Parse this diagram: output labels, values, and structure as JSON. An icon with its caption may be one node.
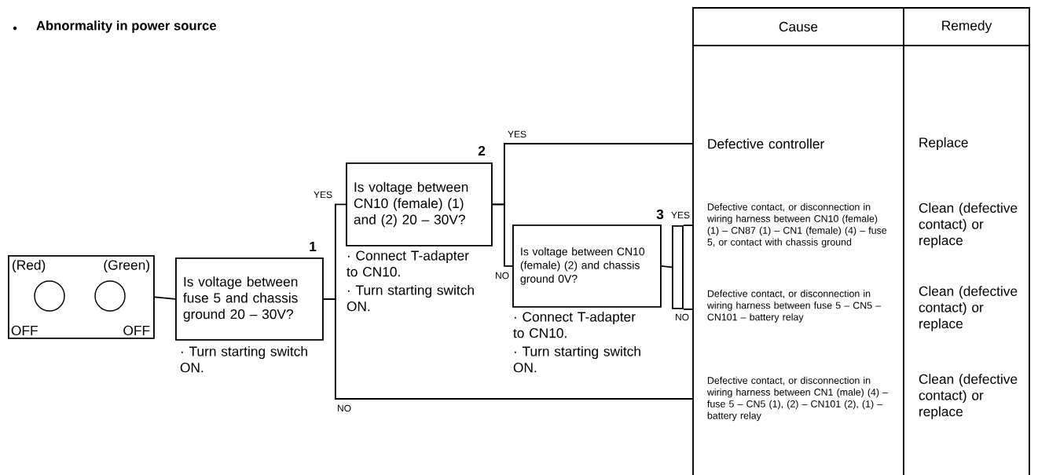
{
  "diagram": {
    "title": "Abnormality in power source",
    "nodes": [
      {
        "text": [
          "(Red)",
          "(Green)",
          "OFF",
          "OFF"
        ]
      },
      {
        "text": [
          "Is voltage between fuse 5 and chassis ground 20 – 30V?"
        ],
        "beside": [
          "1",
          "· Turn starting switch ON."
        ]
      },
      {
        "text": [
          "Is voltage between CN10 (female) (1) and (2) 20 – 30V?"
        ],
        "beside": [
          "2",
          "· Connect T-adapter to CN10.",
          "· Turn starting switch ON."
        ]
      },
      {
        "text": [
          "Is voltage between CN10 (female) (2) and chassis ground 0V?"
        ],
        "beside": [
          "3",
          "· Connect T-adapter to CN10.",
          "· Turn starting switch ON."
        ]
      },
      {
        "text": [],
        "shape": "box"
      },
      {
        "text": [
          "Defective controller"
        ]
      },
      {
        "text": [
          "Defective contact, or disconnection in wiring harness between CN10 (female) (1) – CN87 (1) – CN1 (female) (4) – fuse 5, or contact with chassis ground"
        ]
      },
      {
        "text": [
          "Defective contact, or disconnection in wiring harness between fuse 5 – CN5 – CN101 – battery relay"
        ]
      },
      {
        "text": [
          "Defective contact, or disconnection in wiring harness between CN1 (male) (4) – fuse 5 – CN5 (1), (2) – CN101 (2), (1) – battery relay"
        ]
      }
    ],
    "edges": [
      {
        "from": 0,
        "to": 1,
        "arrow": "none"
      },
      {
        "from": 1,
        "to": 2,
        "arrow": "none",
        "label": "YES"
      },
      {
        "from": 1,
        "to": 8,
        "arrow": "none",
        "label": "NO"
      },
      {
        "from": 2,
        "to": 5,
        "arrow": "none",
        "label": "YES"
      },
      {
        "from": 2,
        "to": 3,
        "arrow": "none",
        "label": "NO"
      },
      {
        "from": 3,
        "to": 4,
        "arrow": "none"
      },
      {
        "from": 4,
        "to": 6,
        "arrow": "none",
        "label": "YES"
      },
      {
        "from": 4,
        "to": 7,
        "arrow": "none",
        "label": "NO"
      }
    ],
    "labels": [
      "Cause",
      "Remedy",
      "Replace",
      "Clean (defective contact) or replace",
      "Clean (defective contact) or replace",
      "Clean (defective contact) or replace"
    ]
  }
}
